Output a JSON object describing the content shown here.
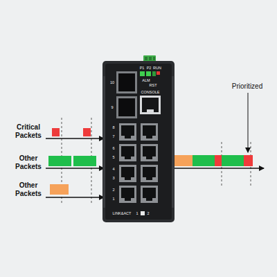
{
  "diagram": {
    "labels": [
      "Critical Packets",
      "Other Packets",
      "Other Packets",
      "Prioritized",
      "P1",
      "P2",
      "RUN",
      "ALM",
      "RST",
      "CONSOLE",
      "10",
      "9",
      "8",
      "7",
      "6",
      "5",
      "4",
      "3",
      "2",
      "1",
      "LINK&ACT",
      "1",
      "2"
    ]
  }
}
